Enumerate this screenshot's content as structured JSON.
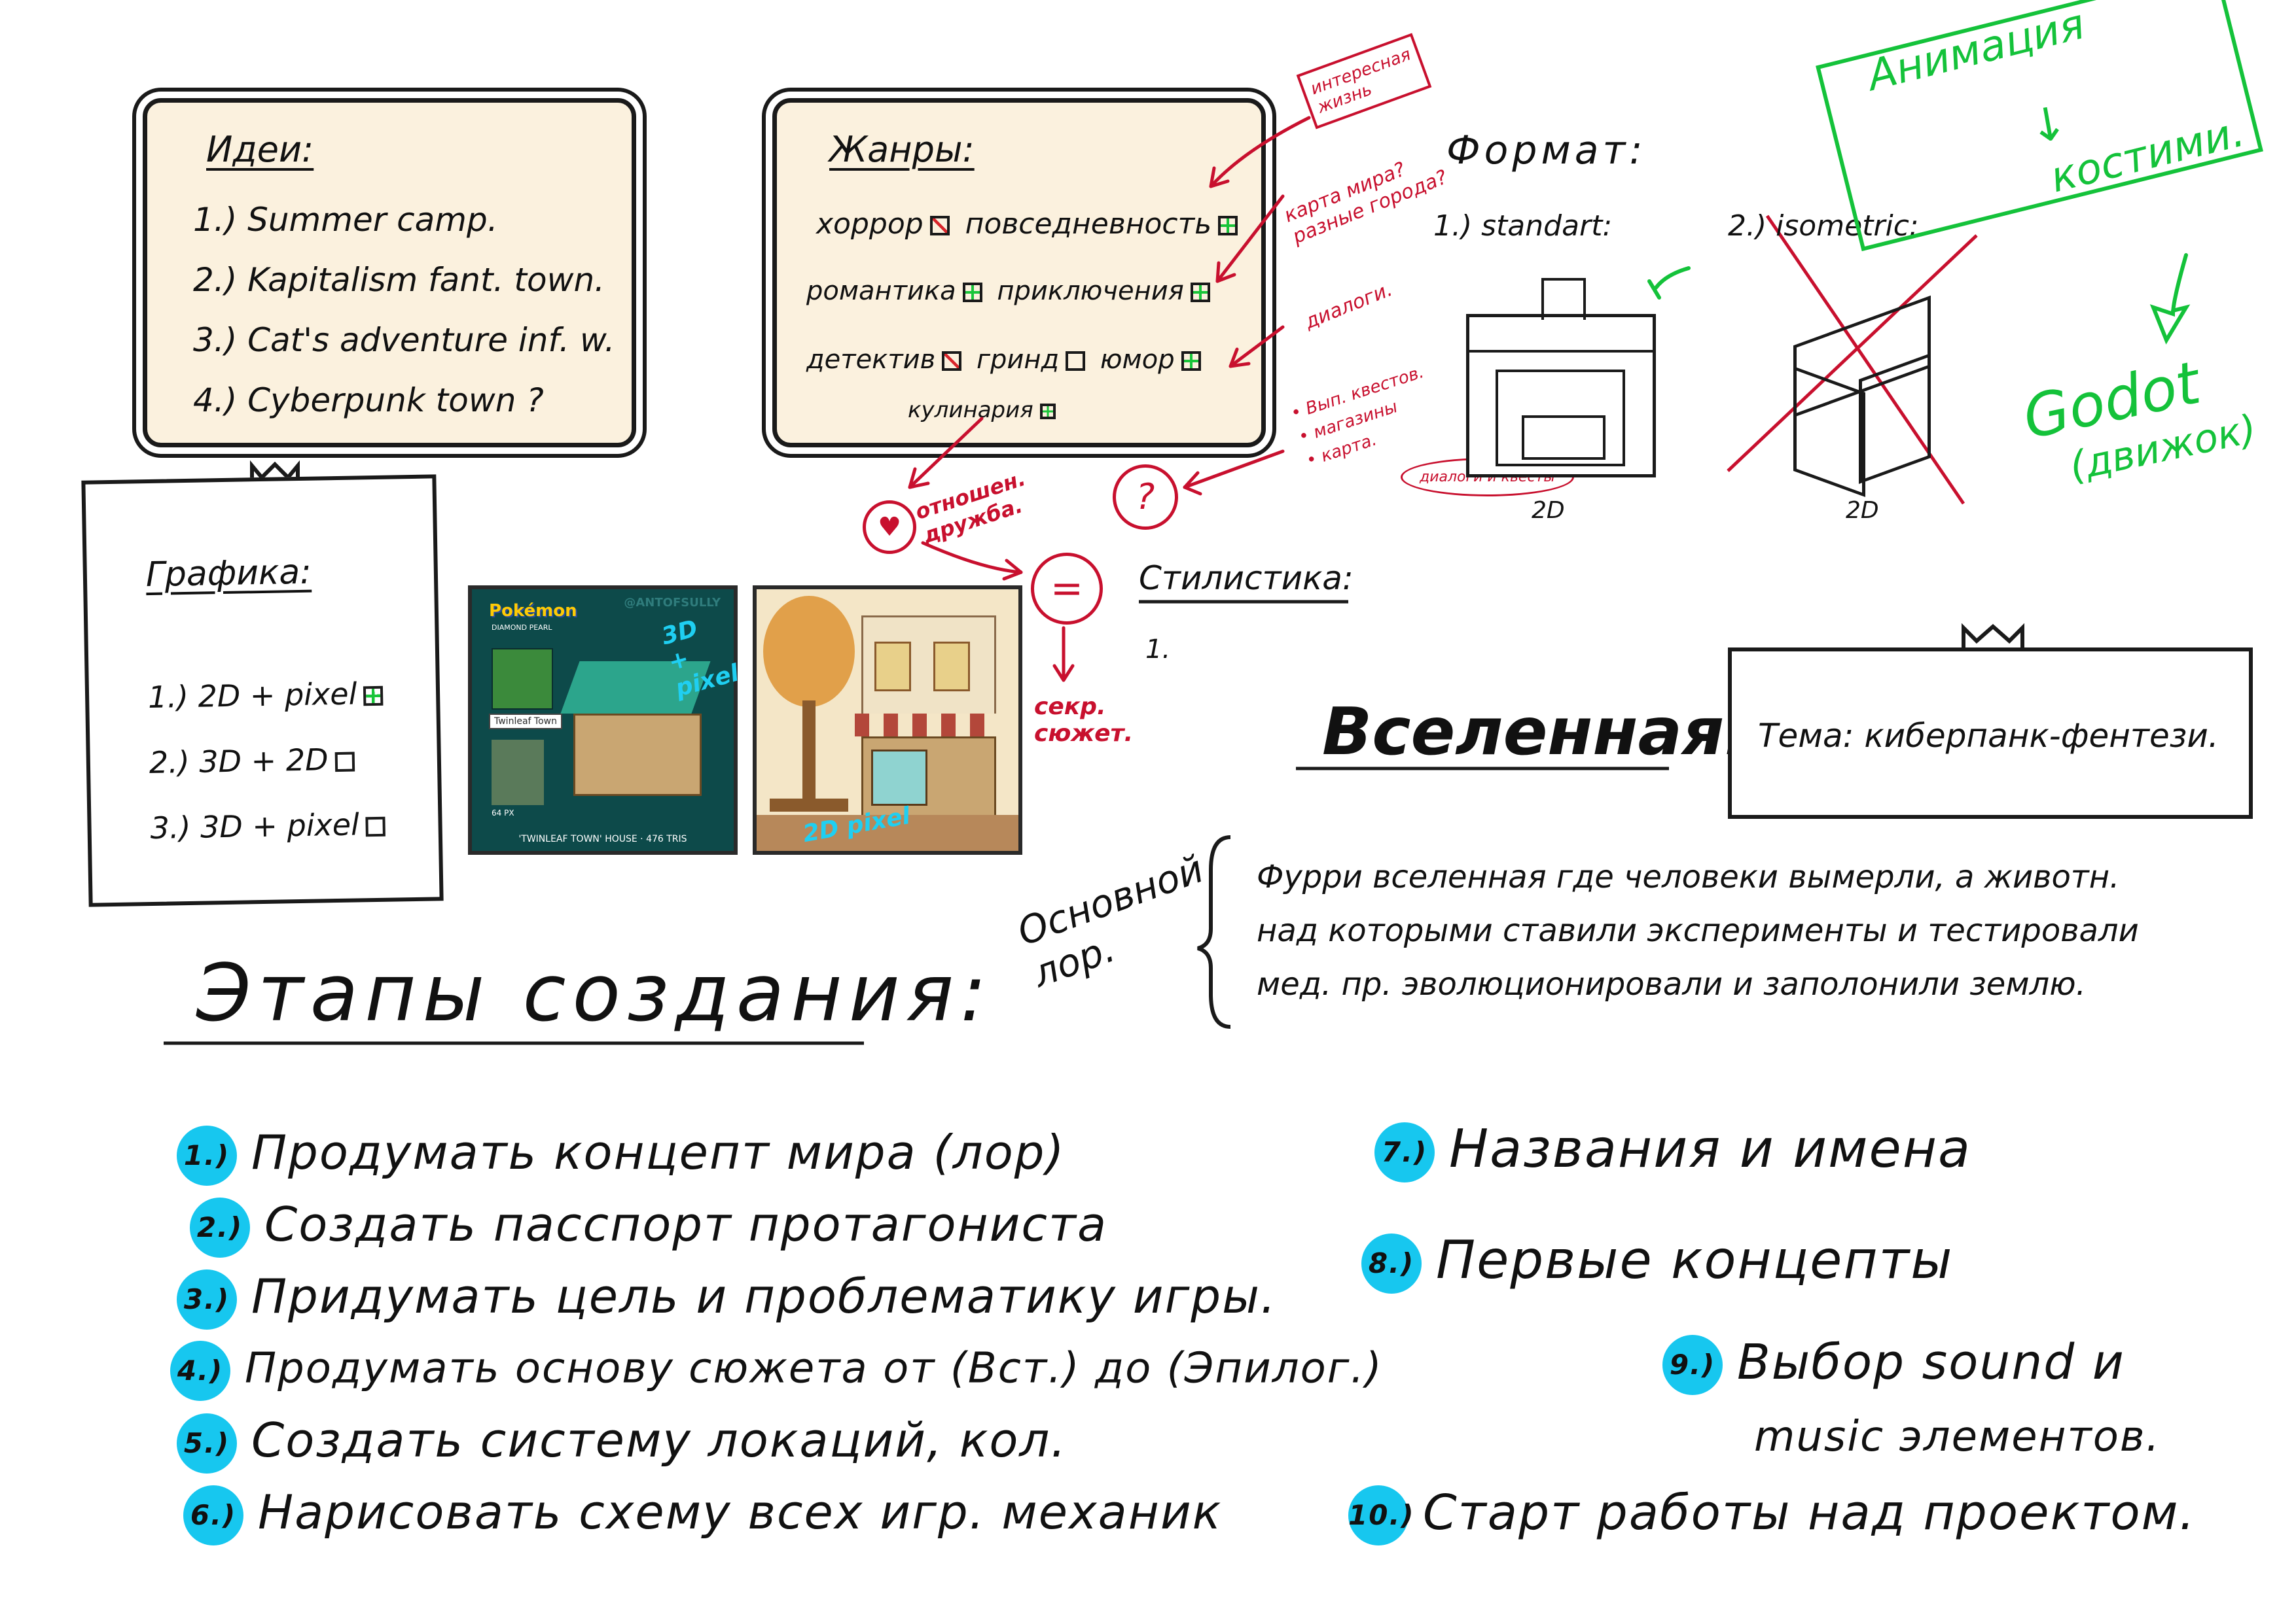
{
  "ideas": {
    "title": "Идеи:",
    "items": [
      "1.) Summer camp.",
      "2.) Kapitalism fant. town.",
      "3.) Cat's adventure inf. w.",
      "4.) Cyberpunk town ?"
    ]
  },
  "genres": {
    "title": "Жанры:",
    "row1": [
      "хоррор",
      "повседневность"
    ],
    "row2": [
      "романтика",
      "приключения"
    ],
    "row3": [
      "детектив",
      "гринд",
      "юмор"
    ],
    "row4": "кулинария",
    "note_top": "интересная жизнь",
    "note_map": "карта мира? разные города?",
    "note_dialog": "диалоги.",
    "note_list": [
      "• Вып. квестов.",
      "• магазины",
      "• карта."
    ],
    "note_oval": "диалоги и квесты",
    "note_relations": "отношен. дружба.",
    "q_mark": "?",
    "equals": "=",
    "secret": "секр. сюжет."
  },
  "graphics": {
    "title": "Графика:",
    "items": [
      "1.) 2D + pixel",
      "2.) 3D + 2D",
      "3.) 3D + pixel"
    ]
  },
  "pixel_art": {
    "left_logo": "Pokémon",
    "left_sub": "DIAMOND PEARL",
    "left_author": "@ANTOFSULLY",
    "left_town": "Twinleaf Town",
    "left_px": "64 PX",
    "left_caption": "'TWINLEAF TOWN' HOUSE · 476 TRIS",
    "left_tag": "3D + pixel",
    "right_tag": "2D pixel"
  },
  "format": {
    "title": "Формат:",
    "opt1": "1.) standart:",
    "opt2": "2.) isometric:",
    "label1": "2D",
    "label2": "2D"
  },
  "animation": {
    "line1": "Анимация",
    "arrow": "↓",
    "line2": "костими.",
    "engine1": "Godot",
    "engine2": "(движок)"
  },
  "style": {
    "title": "Стилистика:",
    "item1": "1."
  },
  "universe": {
    "title": "Вселенная:",
    "theme": "Тема: киберпанк-фентези.",
    "lore_label": "Основной лор.",
    "lore": [
      "Фурри вселенная где человеки вымерли, а животн.",
      "над которыми ставили эксперименты и тестировали",
      "мед. пр. эволюционировали и заполонили землю."
    ]
  },
  "stages": {
    "title": "Этапы создания:",
    "items": [
      {
        "n": "1.)",
        "t": "Продумать концепт мира (лор)"
      },
      {
        "n": "2.)",
        "t": "Создать пасспорт протагониста"
      },
      {
        "n": "3.)",
        "t": "Придумать цель и проблематику игры."
      },
      {
        "n": "4.)",
        "t": "Продумать основу сюжета  от (Вст.) до (Эпилог.)"
      },
      {
        "n": "5.)",
        "t": "Создать систему локаций, кол."
      },
      {
        "n": "6.)",
        "t": "Нарисовать схему всех игр. механик"
      },
      {
        "n": "7.)",
        "t": "Названия и имена"
      },
      {
        "n": "8.)",
        "t": "Первые концепты"
      },
      {
        "n": "9.)",
        "t": "Выбор sound и"
      },
      {
        "n": "10.)",
        "t": "Старт работы над проектом."
      }
    ],
    "item9_line2": "music элементов."
  }
}
